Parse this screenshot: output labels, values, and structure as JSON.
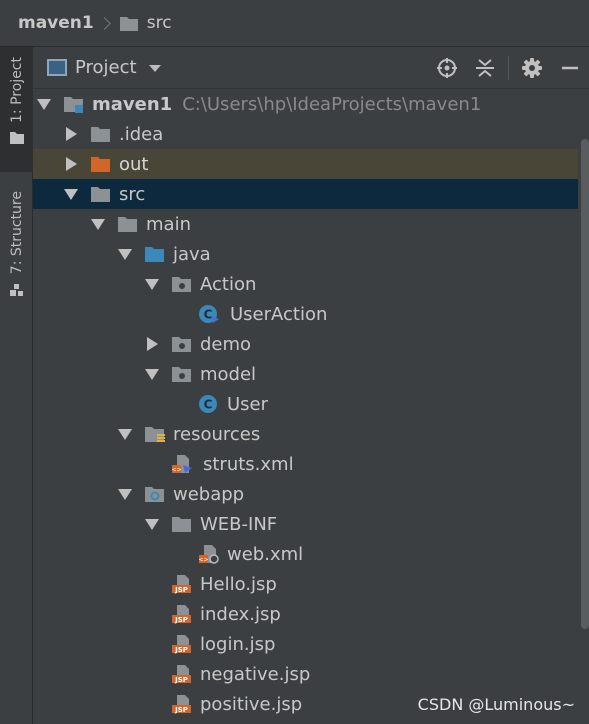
{
  "navbar": {
    "root": "maven1",
    "current": "src"
  },
  "sidebar": {
    "tabs": [
      {
        "label": "1: Project",
        "active": true
      },
      {
        "label": "7: Structure",
        "active": false
      }
    ]
  },
  "panel": {
    "title": "Project",
    "tools": [
      "locate-icon",
      "collapse-icon",
      "gear-icon",
      "minimize-icon"
    ]
  },
  "tree": {
    "project_name": "maven1",
    "project_path": "C:\\Users\\hp\\IdeaProjects\\maven1",
    "nodes": [
      {
        "label": "maven1",
        "icon": "module-folder-icon",
        "expanded": true,
        "depth": 0
      },
      {
        "label": ".idea",
        "icon": "folder-icon",
        "expanded": false,
        "depth": 1
      },
      {
        "label": "out",
        "icon": "excluded-folder-icon",
        "expanded": false,
        "depth": 1
      },
      {
        "label": "src",
        "icon": "folder-icon",
        "expanded": true,
        "depth": 1,
        "selected": true
      },
      {
        "label": "main",
        "icon": "folder-icon",
        "expanded": true,
        "depth": 2
      },
      {
        "label": "java",
        "icon": "source-folder-icon",
        "expanded": true,
        "depth": 3
      },
      {
        "label": "Action",
        "icon": "package-icon",
        "expanded": true,
        "depth": 4
      },
      {
        "label": "UserAction",
        "icon": "struts-class-icon",
        "depth": 5
      },
      {
        "label": "demo",
        "icon": "package-icon",
        "expanded": false,
        "depth": 4
      },
      {
        "label": "model",
        "icon": "package-icon",
        "expanded": true,
        "depth": 4
      },
      {
        "label": "User",
        "icon": "class-icon",
        "depth": 5
      },
      {
        "label": "resources",
        "icon": "resources-folder-icon",
        "expanded": true,
        "depth": 3
      },
      {
        "label": "struts.xml",
        "icon": "struts-xml-icon",
        "depth": 4
      },
      {
        "label": "webapp",
        "icon": "web-folder-icon",
        "expanded": true,
        "depth": 3
      },
      {
        "label": "WEB-INF",
        "icon": "folder-icon",
        "expanded": true,
        "depth": 4
      },
      {
        "label": "web.xml",
        "icon": "web-xml-icon",
        "depth": 5
      },
      {
        "label": "Hello.jsp",
        "icon": "jsp-icon",
        "depth": 4
      },
      {
        "label": "index.jsp",
        "icon": "jsp-icon",
        "depth": 4
      },
      {
        "label": "login.jsp",
        "icon": "jsp-icon",
        "depth": 4
      },
      {
        "label": "negative.jsp",
        "icon": "jsp-icon",
        "depth": 4
      },
      {
        "label": "positive.jsp",
        "icon": "jsp-icon",
        "depth": 4
      }
    ]
  },
  "watermark": "CSDN @Luminous~",
  "colors": {
    "selection": "#0d293e",
    "excluded_row": "#4a4637",
    "folder": "#8c9196",
    "excluded_folder": "#d0662a",
    "source_folder": "#3c88b8",
    "jsp_badge": "#d0662a"
  }
}
